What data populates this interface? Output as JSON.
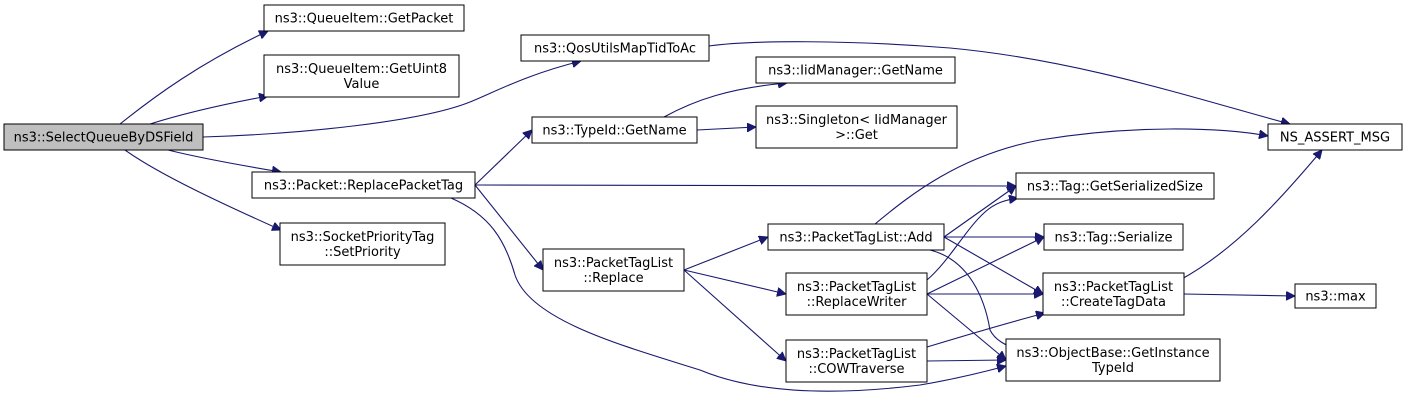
{
  "graph": {
    "nodes": [
      {
        "id": "select",
        "lines": [
          "ns3::SelectQueueByDSField"
        ],
        "root": true
      },
      {
        "id": "getpacket",
        "lines": [
          "ns3::QueueItem::GetPacket"
        ]
      },
      {
        "id": "getuint8",
        "lines": [
          "ns3::QueueItem::GetUint8",
          "Value"
        ]
      },
      {
        "id": "qosutils",
        "lines": [
          "ns3::QosUtilsMapTidToAc"
        ]
      },
      {
        "id": "iidgetname",
        "lines": [
          "ns3::IidManager::GetName"
        ]
      },
      {
        "id": "singleton",
        "lines": [
          "ns3::Singleton< IidManager",
          ">::Get"
        ]
      },
      {
        "id": "typeidgetname",
        "lines": [
          "ns3::TypeId::GetName"
        ]
      },
      {
        "id": "replacepackettag",
        "lines": [
          "ns3::Packet::ReplacePacketTag"
        ]
      },
      {
        "id": "setpriority",
        "lines": [
          "ns3::SocketPriorityTag",
          "::SetPriority"
        ]
      },
      {
        "id": "ptlreplace",
        "lines": [
          "ns3::PacketTagList",
          "::Replace"
        ]
      },
      {
        "id": "ptladd",
        "lines": [
          "ns3::PacketTagList::Add"
        ]
      },
      {
        "id": "ptlreplacewriter",
        "lines": [
          "ns3::PacketTagList",
          "::ReplaceWriter"
        ]
      },
      {
        "id": "ptlcow",
        "lines": [
          "ns3::PacketTagList",
          "::COWTraverse"
        ]
      },
      {
        "id": "nsassert",
        "lines": [
          "NS_ASSERT_MSG"
        ]
      },
      {
        "id": "taggetsize",
        "lines": [
          "ns3::Tag::GetSerializedSize"
        ]
      },
      {
        "id": "tagserialize",
        "lines": [
          "ns3::Tag::Serialize"
        ]
      },
      {
        "id": "createtagdata",
        "lines": [
          "ns3::PacketTagList",
          "::CreateTagData"
        ]
      },
      {
        "id": "objbase",
        "lines": [
          "ns3::ObjectBase::GetInstance",
          "TypeId"
        ]
      },
      {
        "id": "max",
        "lines": [
          "ns3::max"
        ]
      }
    ],
    "edges": [
      [
        "select",
        "getpacket"
      ],
      [
        "select",
        "getuint8"
      ],
      [
        "select",
        "qosutils"
      ],
      [
        "select",
        "replacepackettag"
      ],
      [
        "select",
        "setpriority"
      ],
      [
        "qosutils",
        "nsassert"
      ],
      [
        "typeidgetname",
        "iidgetname"
      ],
      [
        "typeidgetname",
        "singleton"
      ],
      [
        "replacepackettag",
        "typeidgetname"
      ],
      [
        "replacepackettag",
        "taggetsize"
      ],
      [
        "replacepackettag",
        "ptlreplace"
      ],
      [
        "replacepackettag",
        "objbase"
      ],
      [
        "ptlreplace",
        "ptladd"
      ],
      [
        "ptlreplace",
        "ptlreplacewriter"
      ],
      [
        "ptlreplace",
        "ptlcow"
      ],
      [
        "ptladd",
        "nsassert"
      ],
      [
        "ptladd",
        "taggetsize"
      ],
      [
        "ptladd",
        "tagserialize"
      ],
      [
        "ptladd",
        "createtagdata"
      ],
      [
        "ptladd",
        "objbase"
      ],
      [
        "ptlreplacewriter",
        "taggetsize"
      ],
      [
        "ptlreplacewriter",
        "tagserialize"
      ],
      [
        "ptlreplacewriter",
        "createtagdata"
      ],
      [
        "ptlreplacewriter",
        "objbase"
      ],
      [
        "ptlcow",
        "createtagdata"
      ],
      [
        "ptlcow",
        "objbase"
      ],
      [
        "createtagdata",
        "nsassert"
      ],
      [
        "createtagdata",
        "max"
      ]
    ]
  }
}
